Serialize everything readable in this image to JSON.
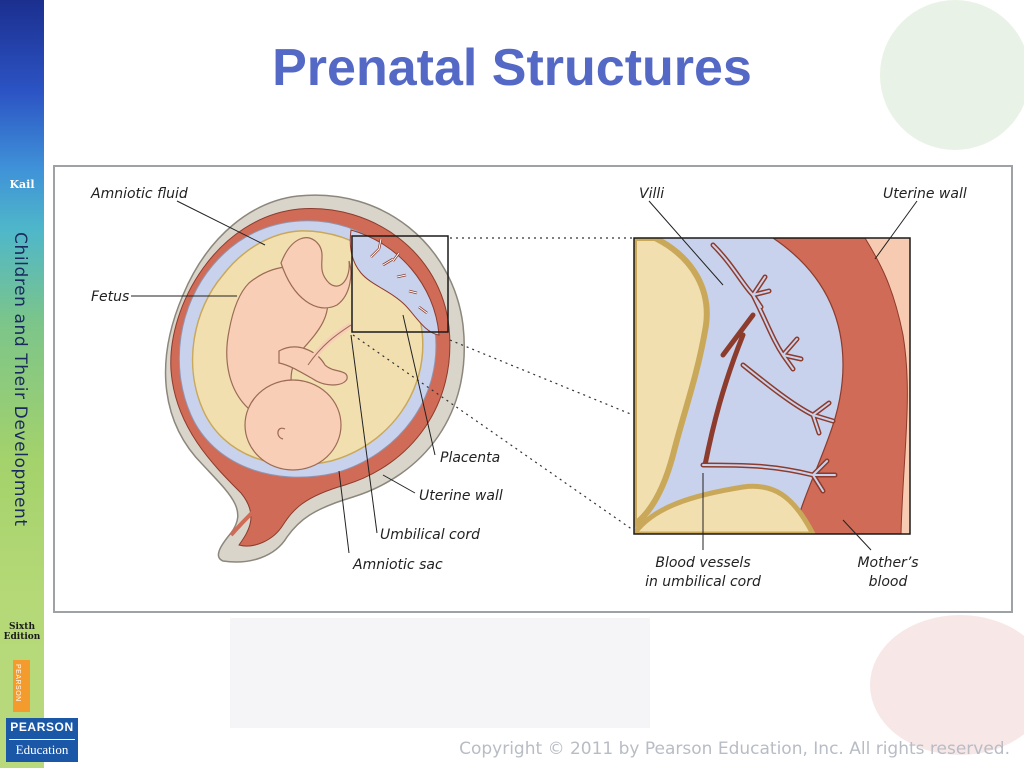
{
  "slide": {
    "title": "Prenatal Structures",
    "copyright": "Copyright © 2011 by Pearson Education, Inc. All rights reserved."
  },
  "sidebar": {
    "author": "Kail",
    "book_title": "Children and Their Development",
    "edition_line1": "Sixth",
    "edition_line2": "Edition",
    "mini_logo": "PEARSON",
    "publisher_line1": "PEARSON",
    "publisher_line2": "Education"
  },
  "diagram": {
    "labels": {
      "amniotic_fluid": "Amniotic fluid",
      "fetus": "Fetus",
      "placenta": "Placenta",
      "uterine_wall_left": "Uterine wall",
      "umbilical_cord": "Umbilical cord",
      "amniotic_sac": "Amniotic sac",
      "villi": "Villi",
      "uterine_wall_right": "Uterine wall",
      "blood_vessels_1": "Blood vessels",
      "blood_vessels_2": "in umbilical cord",
      "mothers_blood_1": "Mother’s",
      "mothers_blood_2": "blood"
    }
  },
  "colors": {
    "title": "#5468c6",
    "uterine_tissue": "#cf6b56",
    "amniotic_fluid": "#f2dfb0",
    "amniotic_sac": "#c9d2ec",
    "fetus_skin": "#f8cfb6",
    "outer_wall": "#d9d5ca",
    "panel_border": "#9ea2a6"
  }
}
